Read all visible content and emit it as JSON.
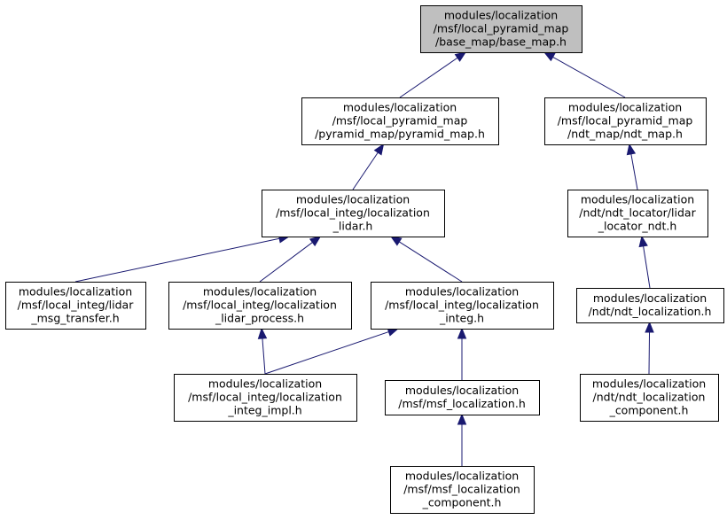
{
  "graph": {
    "colors": {
      "edge": "#191970",
      "root_fill": "#bfbfbf",
      "node_fill": "#ffffff",
      "border": "#000000"
    },
    "nodes": [
      {
        "id": "base_map",
        "root": true,
        "lines": [
          "modules/localization",
          "/msf/local_pyramid_map",
          "/base_map/base_map.h"
        ]
      },
      {
        "id": "pyramid_map",
        "lines": [
          "modules/localization",
          "/msf/local_pyramid_map",
          "/pyramid_map/pyramid_map.h"
        ]
      },
      {
        "id": "ndt_map",
        "lines": [
          "modules/localization",
          "/msf/local_pyramid_map",
          "/ndt_map/ndt_map.h"
        ]
      },
      {
        "id": "localization_lidar",
        "lines": [
          "modules/localization",
          "/msf/local_integ/localization",
          "_lidar.h"
        ]
      },
      {
        "id": "lidar_locator_ndt",
        "lines": [
          "modules/localization",
          "/ndt/ndt_locator/lidar",
          "_locator_ndt.h"
        ]
      },
      {
        "id": "lidar_msg_transfer",
        "lines": [
          "modules/localization",
          "/msf/local_integ/lidar",
          "_msg_transfer.h"
        ]
      },
      {
        "id": "lidar_process",
        "lines": [
          "modules/localization",
          "/msf/local_integ/localization",
          "_lidar_process.h"
        ]
      },
      {
        "id": "localization_integ",
        "lines": [
          "modules/localization",
          "/msf/local_integ/localization",
          "_integ.h"
        ]
      },
      {
        "id": "ndt_localization",
        "lines": [
          "modules/localization",
          "/ndt/ndt_localization.h"
        ]
      },
      {
        "id": "integ_impl",
        "lines": [
          "modules/localization",
          "/msf/local_integ/localization",
          "_integ_impl.h"
        ]
      },
      {
        "id": "msf_localization",
        "lines": [
          "modules/localization",
          "/msf/msf_localization.h"
        ]
      },
      {
        "id": "ndt_localization_component",
        "lines": [
          "modules/localization",
          "/ndt/ndt_localization",
          "_component.h"
        ]
      },
      {
        "id": "msf_localization_component",
        "lines": [
          "modules/localization",
          "/msf/msf_localization",
          "_component.h"
        ]
      }
    ],
    "edges": [
      {
        "from": "pyramid_map",
        "to": "base_map"
      },
      {
        "from": "ndt_map",
        "to": "base_map"
      },
      {
        "from": "localization_lidar",
        "to": "pyramid_map"
      },
      {
        "from": "lidar_locator_ndt",
        "to": "ndt_map"
      },
      {
        "from": "lidar_msg_transfer",
        "to": "localization_lidar"
      },
      {
        "from": "lidar_process",
        "to": "localization_lidar"
      },
      {
        "from": "localization_integ",
        "to": "localization_lidar"
      },
      {
        "from": "ndt_localization",
        "to": "lidar_locator_ndt"
      },
      {
        "from": "integ_impl",
        "to": "lidar_process"
      },
      {
        "from": "integ_impl",
        "to": "localization_integ"
      },
      {
        "from": "msf_localization",
        "to": "localization_integ"
      },
      {
        "from": "ndt_localization_component",
        "to": "ndt_localization"
      },
      {
        "from": "msf_localization_component",
        "to": "msf_localization"
      }
    ]
  }
}
